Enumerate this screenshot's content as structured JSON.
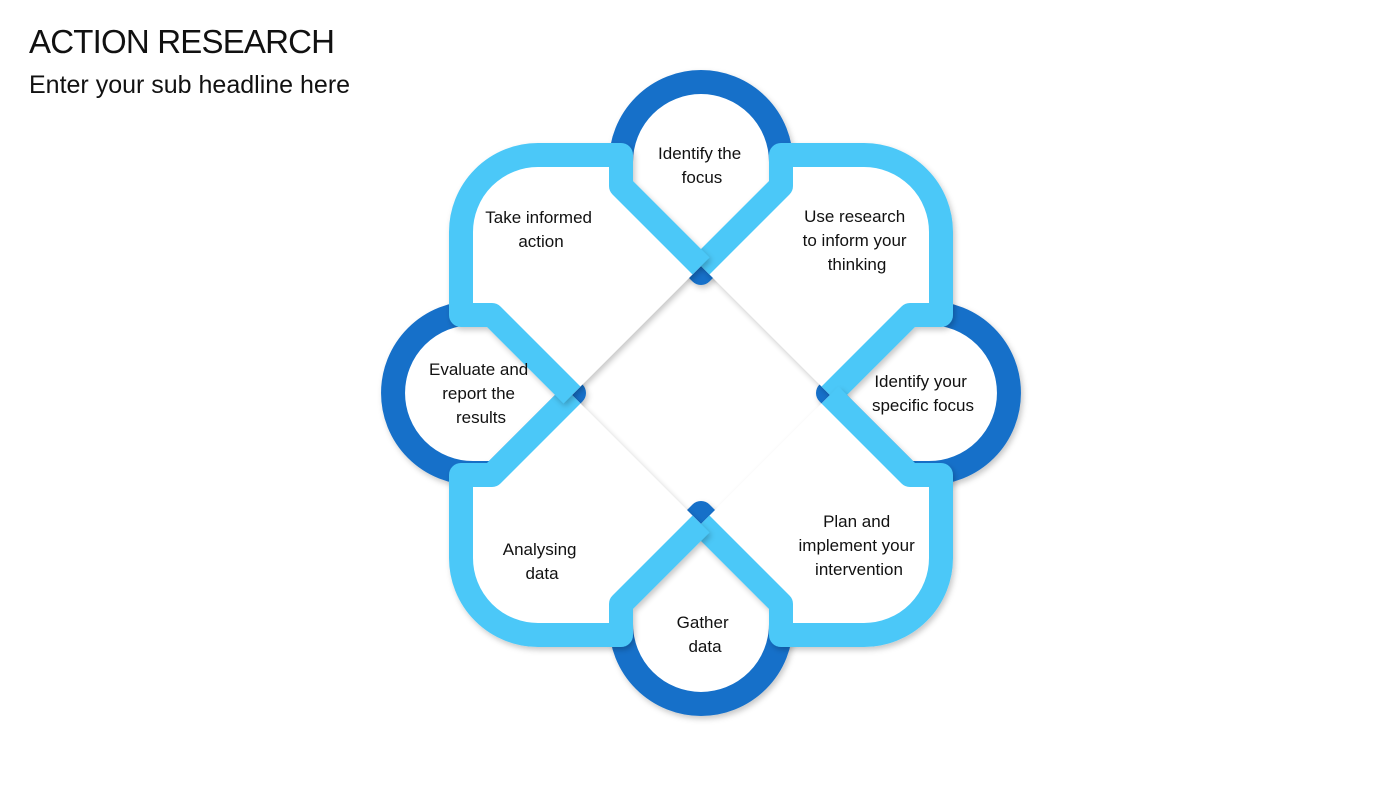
{
  "header": {
    "title": "ACTION RESEARCH",
    "subtitle": "Enter your sub headline here"
  },
  "colors": {
    "outer_ring": "#1570c9",
    "inner_ring": "#4cc8f8",
    "background": "#ffffff",
    "text": "#111111"
  },
  "steps": [
    {
      "id": "identify-the-focus",
      "lines": [
        "Identify the",
        "focus"
      ]
    },
    {
      "id": "use-research",
      "lines": [
        "Use research",
        "to inform your",
        "thinking"
      ]
    },
    {
      "id": "identify-specific-focus",
      "lines": [
        "Identify your",
        "specific focus"
      ]
    },
    {
      "id": "plan-and-implement",
      "lines": [
        "Plan and",
        "implement your",
        "intervention"
      ]
    },
    {
      "id": "gather-data",
      "lines": [
        "Gather",
        "data"
      ]
    },
    {
      "id": "analysing-data",
      "lines": [
        "Analysing",
        "data"
      ]
    },
    {
      "id": "evaluate-and-report",
      "lines": [
        "Evaluate and",
        "report the",
        "results"
      ]
    },
    {
      "id": "take-informed-action",
      "lines": [
        "Take informed",
        "action"
      ]
    }
  ]
}
